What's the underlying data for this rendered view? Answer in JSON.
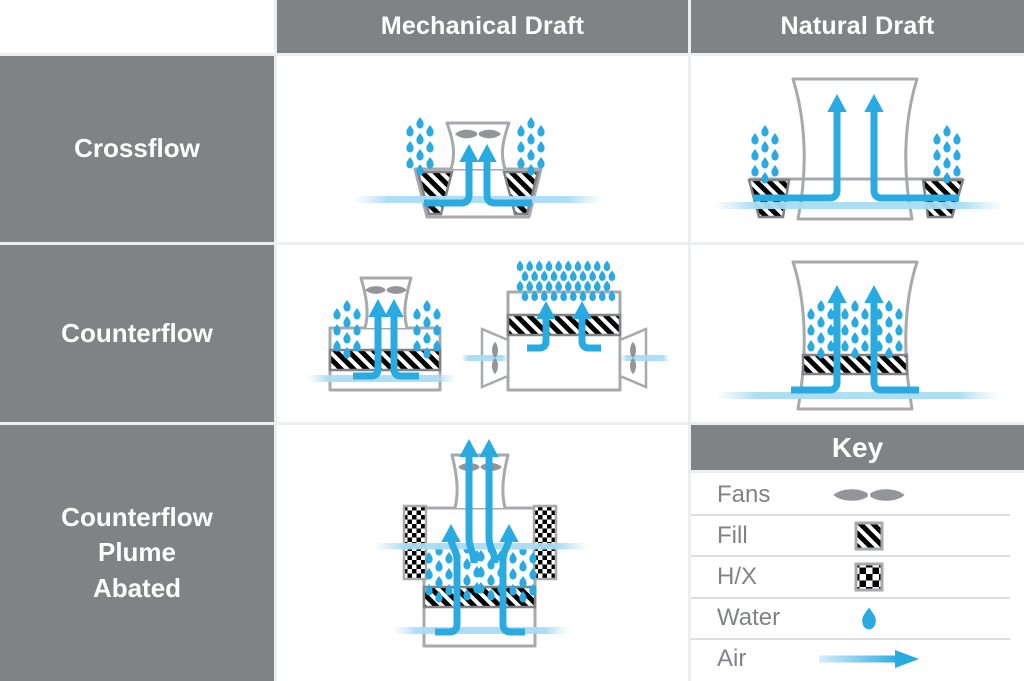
{
  "table": {
    "corner": "",
    "columns": [
      "Mechanical Draft",
      "Natural Draft"
    ],
    "rows": [
      "Crossflow",
      "Counterflow",
      "Counterflow\nPlume\nAbated"
    ]
  },
  "key": {
    "title": "Key",
    "items": [
      {
        "label": "Fans",
        "icon": "fan-icon"
      },
      {
        "label": "Fill",
        "icon": "fill-hatch-icon"
      },
      {
        "label": "H/X",
        "icon": "heat-exchanger-checker-icon"
      },
      {
        "label": "Water",
        "icon": "water-drop-icon"
      },
      {
        "label": "Air",
        "icon": "air-flow-arrow-icon"
      }
    ]
  },
  "colors": {
    "header_gray": "#808285",
    "outline_gray": "#A7A9AC",
    "fan_gray": "#939598",
    "air_blue": "#29ABE2",
    "water_halo_blue": "#BCE4F6",
    "separator_gray": "#DCDDDE",
    "pattern_black": "#000000",
    "white": "#FFFFFF"
  }
}
